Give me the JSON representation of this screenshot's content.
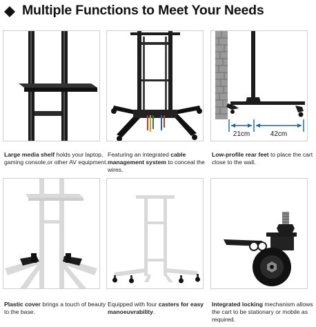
{
  "header": {
    "title": "Multiple Functions to Meet Your Needs",
    "bullet_icon": "diamond-icon"
  },
  "features": [
    {
      "bold": "Large media shelf",
      "text": " holds your laptop, gaming console,or other AV equipment."
    },
    {
      "prefix": "Featuring an integrated ",
      "bold": "cable management system",
      "text": " to conceal the wires."
    },
    {
      "bold": "Low-profile rear feet",
      "text": " to place the cart close to the wall."
    },
    {
      "bold": "Plastic cover",
      "text": " brings a touch of beauty to the base."
    },
    {
      "prefix": "Equipped with four ",
      "bold": "casters for easy manoeuvrability",
      "text": "."
    },
    {
      "bold": "Integrated locking",
      "text": " mechanism allows the cart to be stationary or mobile as required."
    }
  ],
  "dimensions": {
    "short_foot": "21cm",
    "long_foot": "42cm"
  },
  "colors": {
    "metal": "#1c1c1c",
    "wall": "#9a9a9a",
    "highlight": "#1a5fb4",
    "faded": "#d9d9d9",
    "border": "#cfcfcf"
  }
}
